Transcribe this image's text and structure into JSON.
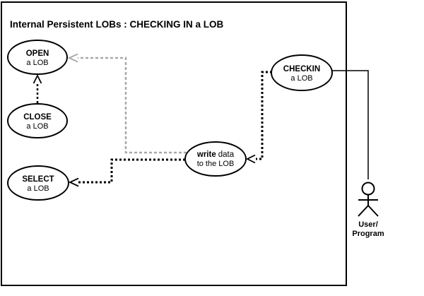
{
  "diagram": {
    "title": "Internal Persistent LOBs : CHECKING IN a LOB",
    "colors": {
      "line": "#000000",
      "muted": "#a8a8a8",
      "background": "#ffffff"
    },
    "nodes": {
      "open": {
        "title": "OPEN",
        "subtitle": "a LOB"
      },
      "close": {
        "title": "CLOSE",
        "subtitle": "a LOB"
      },
      "select": {
        "title": "SELECT",
        "subtitle": "a LOB"
      },
      "write": {
        "title": "write",
        "title2": "data",
        "subtitle": "to the LOB"
      },
      "checkin": {
        "title": "CHECKIN",
        "subtitle": "a LOB"
      }
    },
    "actor": {
      "label_line1": "User/",
      "label_line2": "Program"
    },
    "edges": [
      {
        "from": "CLOSE a LOB",
        "to": "OPEN a LOB",
        "style": "black-dashed-arrow"
      },
      {
        "from": "write data to the LOB",
        "to": "OPEN a LOB",
        "style": "gray-dashed-arrow"
      },
      {
        "from": "write data to the LOB",
        "to": "SELECT a LOB",
        "style": "black-dashed-arrow"
      },
      {
        "from": "CHECKIN a LOB",
        "to": "write data to the LOB",
        "style": "black-dashed-arrow"
      },
      {
        "from": "CHECKIN a LOB",
        "to": "User/Program",
        "style": "solid-line"
      }
    ]
  }
}
